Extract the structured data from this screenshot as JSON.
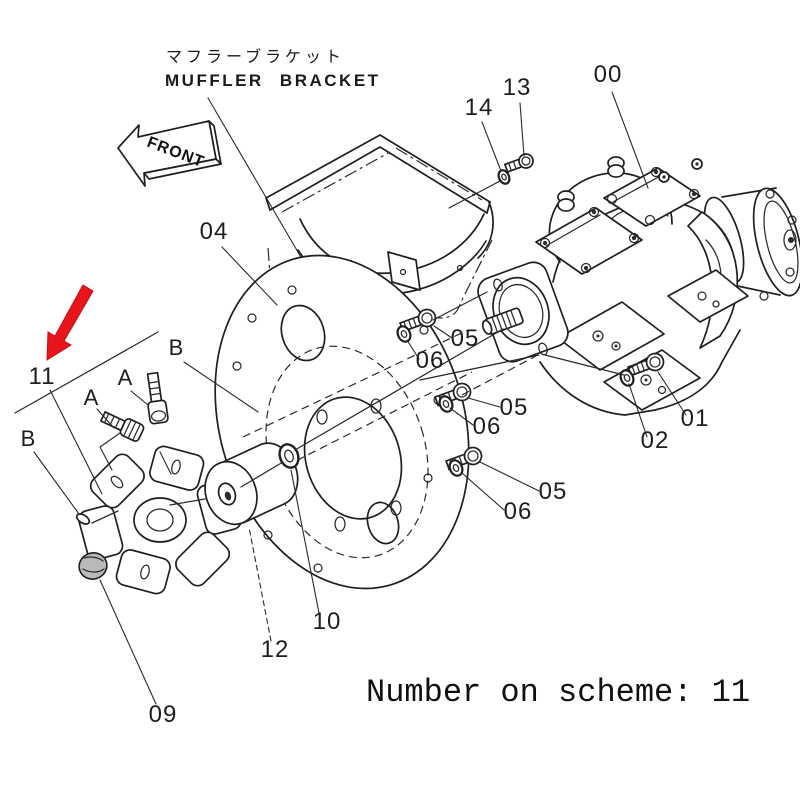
{
  "heading": {
    "jp": "マフラーブラケット",
    "en": "MUFFLER BRACKET"
  },
  "front_tag": "FRONT",
  "caption": "Number on scheme: 11",
  "parts": {
    "p00": "00",
    "p01": "01",
    "p02": "02",
    "p04": "04",
    "p05": "05",
    "p06": "06",
    "p09": "09",
    "p10": "10",
    "p11": "11",
    "p12": "12",
    "p13": "13",
    "p14": "14",
    "refA": "A",
    "refB": "B"
  },
  "colors": {
    "ink": "#1f1f1f",
    "pointer_red": "#e8151a",
    "paper": "#ffffff"
  }
}
